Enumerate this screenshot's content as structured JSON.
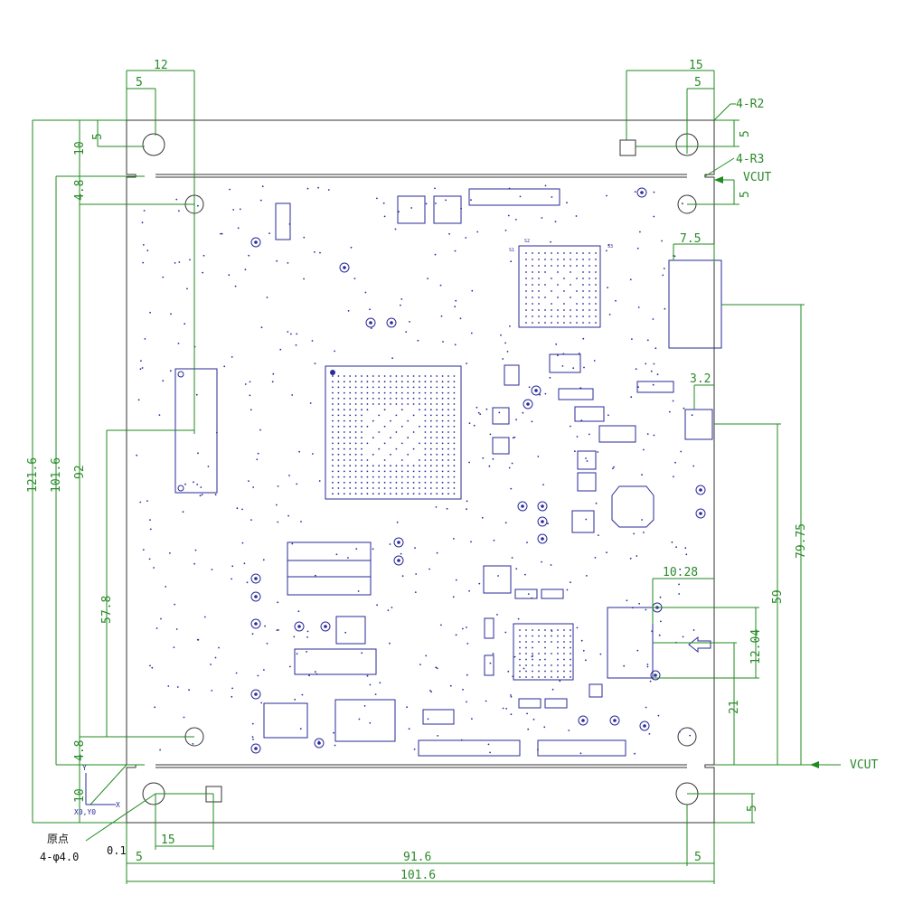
{
  "dimensions": {
    "top_left_width": "12",
    "top_left_hole_x": "5",
    "top_right_width": "15",
    "top_right_hole_x": "5",
    "right_hole_y": "5",
    "right_radius": "4-R2",
    "right_radius2": "4-R3",
    "vcut_top": "VCUT",
    "vcut_bottom": "VCUT",
    "left_total_height": "121.6",
    "left_inner_height": "101.6",
    "left_92": "92",
    "left_57_8": "57.8",
    "left_10_top": "10",
    "left_5_top": "5",
    "left_4_8_top": "4.8",
    "left_4_8_bottom": "4.8",
    "left_10_bottom": "10",
    "connector_7_5": "7.5",
    "connector_3_2": "3.2",
    "right_79_75": "79.75",
    "right_59": "59",
    "right_10_28": "10.28",
    "right_12_04": "12.04",
    "right_21": "21",
    "right_5_bottom": "5",
    "bottom_15": "15",
    "bottom_5_left": "5",
    "bottom_91_6": "91.6",
    "bottom_5_right": "5",
    "bottom_101_6": "101.6",
    "origin_label": "原点",
    "hole_spec": "4-φ4.0",
    "hole_tol": "0.1",
    "axis_origin": "X0,Y0",
    "axis_y": "Y",
    "axis_x": "X"
  },
  "pcb_silk": {
    "s1": "S1",
    "s2": "S2",
    "s3": "S3"
  }
}
